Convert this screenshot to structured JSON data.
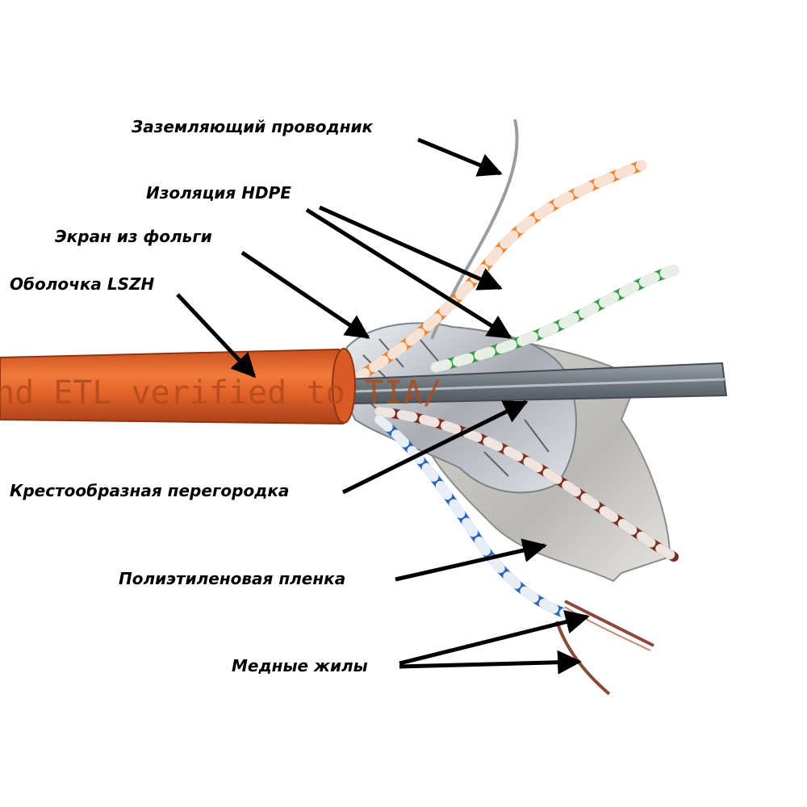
{
  "labels": {
    "ground_wire": "Заземляющий проводник",
    "hdpe_insulation": "Изоляция HDPE",
    "foil_screen": "Экран из фольги",
    "lszh_jacket": "Оболочка LSZH",
    "cross_separator": "Крестообразная перегородка",
    "pe_film": "Полиэтиленовая пленка",
    "copper_cores": "Медные жилы"
  },
  "jacket": {
    "print_text": "nd ETL verified to TIA/"
  },
  "colors": {
    "jacket": "#e2622a",
    "separator": "#727b83",
    "pair_orange": "#f0822e",
    "pair_green": "#2f9a3e",
    "pair_blue": "#2a63b8",
    "pair_brown": "#7a2e22",
    "foil": "#c9ccd1",
    "arrow": "#000000"
  }
}
